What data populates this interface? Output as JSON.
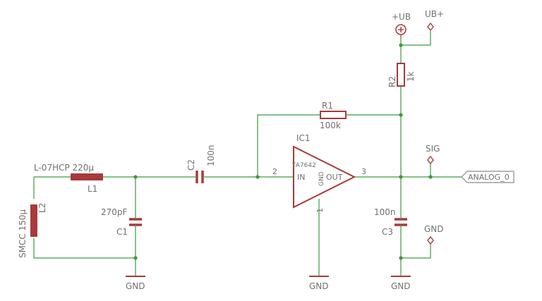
{
  "colors": {
    "wire": "#3a9a3a",
    "component": "#a83a3a",
    "label": "#707070",
    "junction": "#3a9a3a",
    "port_stroke": "#8a8a8a"
  },
  "components": {
    "L1": {
      "name": "L1",
      "value": "L-07HCP 220µ"
    },
    "L2": {
      "name": "L2",
      "value": "SMCC 150µ"
    },
    "C1": {
      "name": "C1",
      "value": "270pF"
    },
    "C2": {
      "name": "C2",
      "value": "100n"
    },
    "C3": {
      "name": "C3",
      "value": "100n"
    },
    "R1": {
      "name": "R1",
      "value": "100k"
    },
    "R2": {
      "name": "R2",
      "value": "1k"
    },
    "IC1": {
      "name": "IC1",
      "part": "TA7642",
      "pin_in": "IN",
      "pin_gnd": "GND",
      "pin_out": "OUT",
      "pin_in_num": "2",
      "pin_out_num": "3",
      "pin_gnd_num": "1"
    }
  },
  "supplies": {
    "plus_ub": "+UB",
    "ub_plus": "UB+",
    "sig": "SIG",
    "gnd_label": "GND",
    "gnd_symbol": "GND"
  },
  "ports": {
    "analog": "ANALOG_0"
  }
}
